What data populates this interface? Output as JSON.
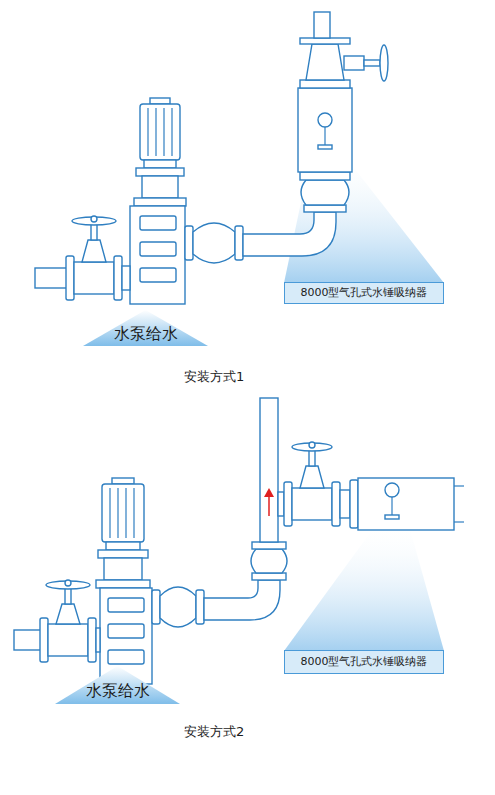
{
  "diagram": {
    "nodes": [
      {
        "text": [
          "8000型气孔式水锤吸纳器"
        ]
      },
      {
        "text": [
          "水泵给水"
        ]
      },
      {
        "text": [
          "8000型气孔式水锤吸纳器"
        ]
      },
      {
        "text": [
          "水泵给水"
        ]
      }
    ],
    "labels": [
      "安装方式1",
      "安装方式2"
    ]
  }
}
